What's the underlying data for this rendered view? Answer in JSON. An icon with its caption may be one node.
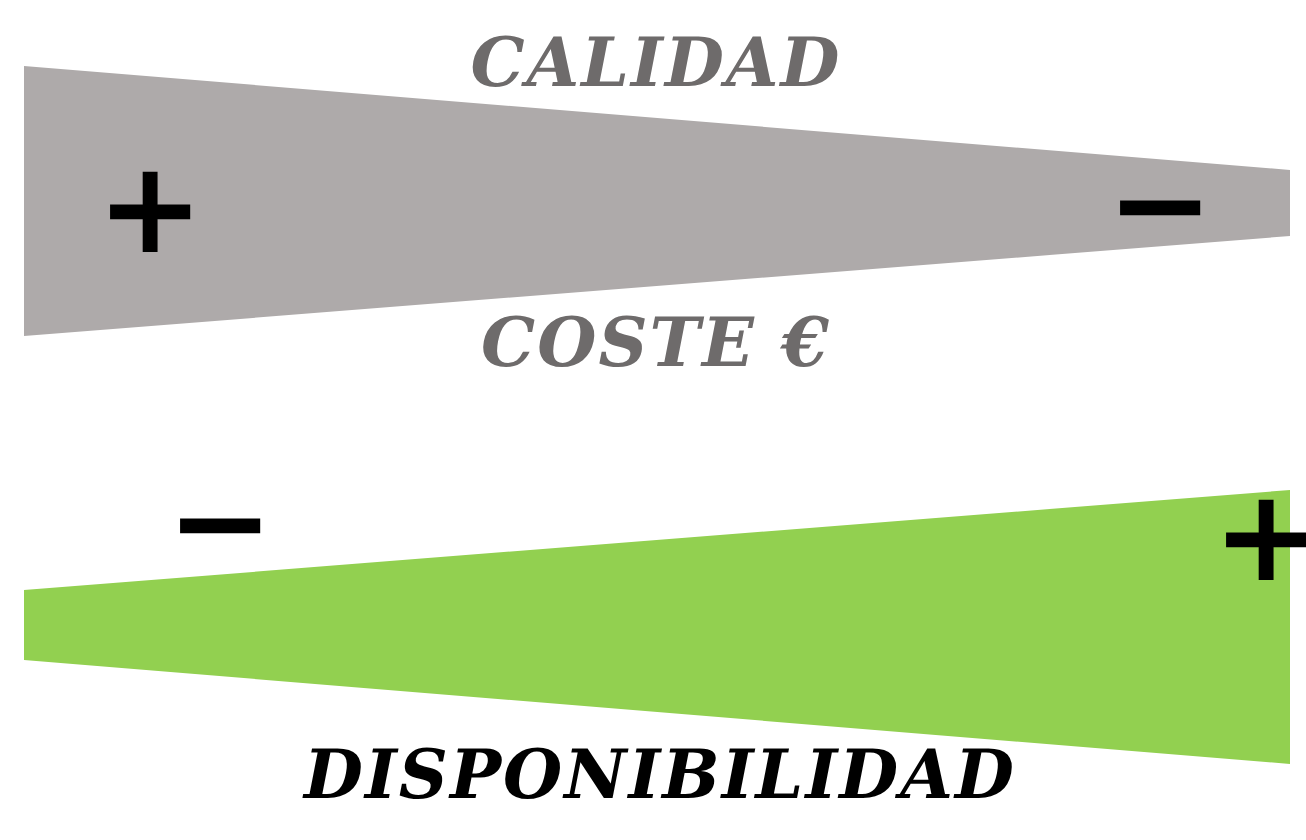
{
  "diagram": {
    "nodes": [
      {
        "text": [
          "+",
          "−"
        ],
        "beside": [
          "CALIDAD",
          "COSTE €"
        ]
      },
      {
        "text": [
          "+"
        ],
        "beside": [
          "−",
          "DISPONIBILIDAD"
        ]
      }
    ]
  }
}
